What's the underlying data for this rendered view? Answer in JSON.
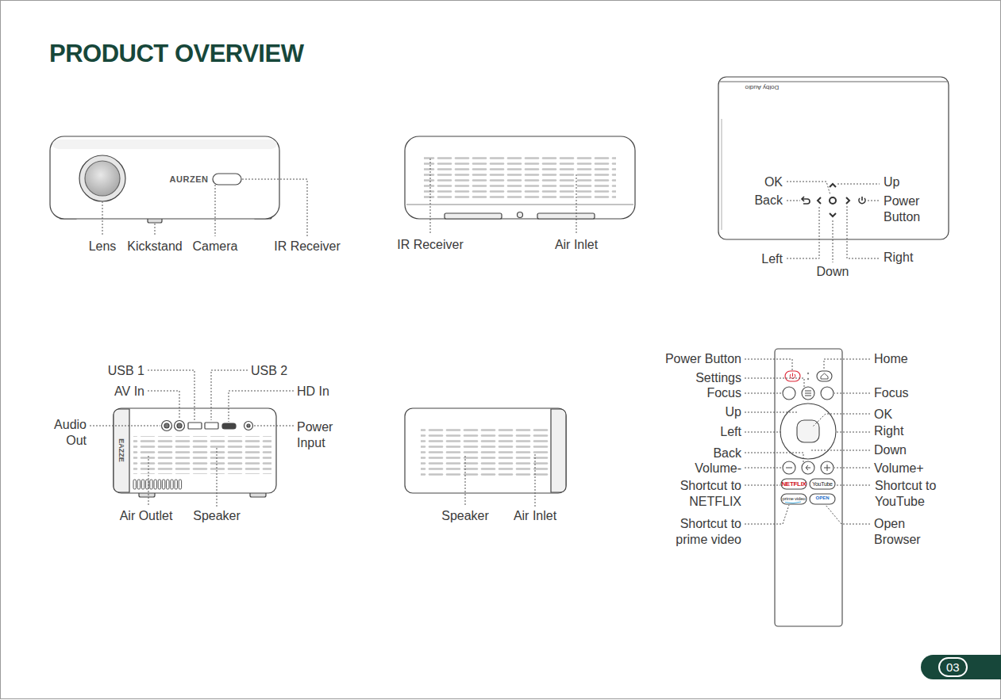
{
  "diagram": {
    "title": "PRODUCT OVERVIEW",
    "nodes": [
      {
        "text": [
          "03"
        ]
      }
    ],
    "labels": [
      "Lens",
      "Kickstand",
      "Camera",
      "IR Receiver",
      "IR Receiver",
      "Air Inlet",
      "OK",
      "Back",
      "Up",
      "Power Button",
      "Left",
      "Down",
      "Right",
      "USB 1",
      "USB 2",
      "AV In",
      "HD In",
      "Audio Out",
      "Power Input",
      "Air Outlet",
      "Speaker",
      "Speaker",
      "Air Inlet",
      "Power Button",
      "Settings",
      "Focus",
      "Up",
      "Left",
      "Back",
      "Volume-",
      "Shortcut to NETFLIX",
      "Shortcut to prime video",
      "Home",
      "Focus",
      "OK",
      "Right",
      "Down",
      "Volume+",
      "Shortcut to YouTube",
      "Open Browser",
      "AURZEN",
      "Dolby Audio",
      "EAZZE",
      "NETFLIX",
      "YouTube",
      "prime video",
      "OPEN"
    ]
  }
}
